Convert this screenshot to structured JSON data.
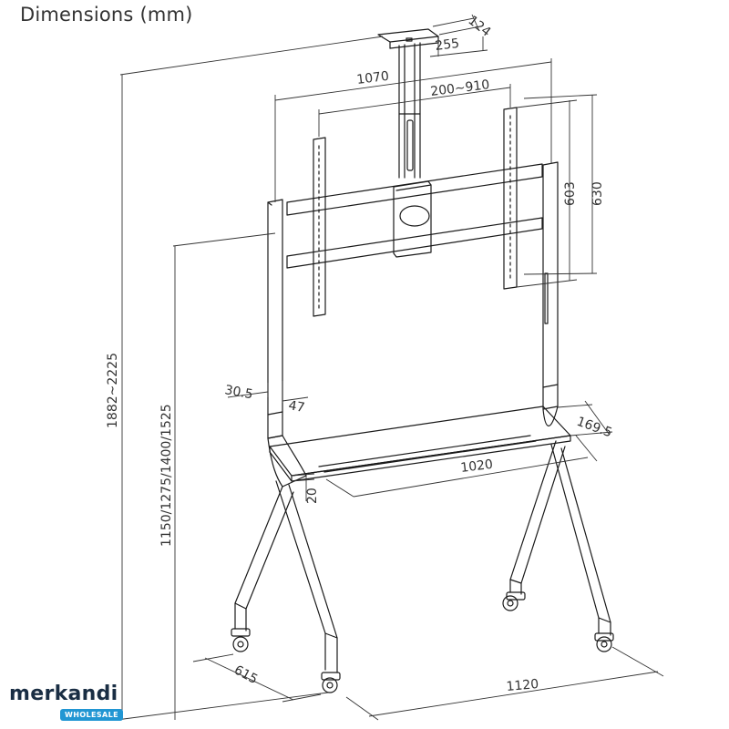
{
  "title": "Dimensions (mm)",
  "dimensions": {
    "plate_depth": "124",
    "plate_width": "255",
    "bracket_width": "1070",
    "vesa_horizontal": "200~910",
    "vesa_vertical_inner": "603",
    "vesa_vertical_outer": "630",
    "total_height": "1882~2225",
    "mount_heights": "1150/1275/1400/1525",
    "upright_offset": "30.5",
    "upright_section": "47",
    "shelf_depth": "169.5",
    "shelf_width": "1020",
    "shelf_thickness": "20",
    "base_depth": "615",
    "base_width": "1120"
  },
  "logo": {
    "name": "merkandi",
    "tagline": "WHOLESALE"
  }
}
